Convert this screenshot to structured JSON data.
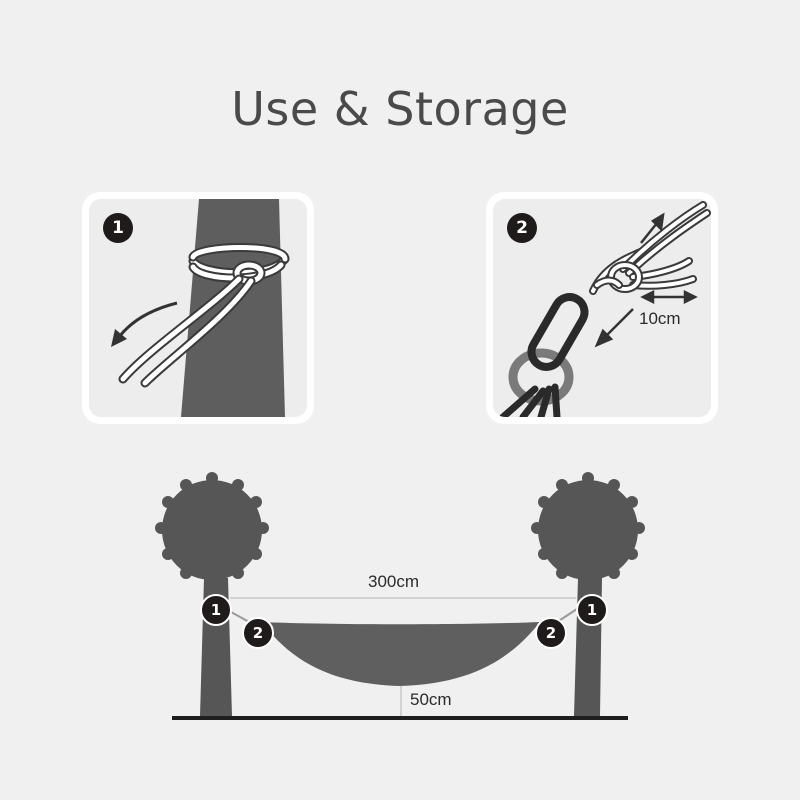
{
  "title": "Use & Storage",
  "steps": [
    {
      "number": "1"
    },
    {
      "number": "2"
    }
  ],
  "panel2_measure": "10cm",
  "scene": {
    "span_label": "300cm",
    "sag_label": "50cm",
    "left_badges": [
      "1",
      "2"
    ],
    "right_badges": [
      "1",
      "2"
    ]
  },
  "colors": {
    "background": "#f0f0f0",
    "tree": "#575757",
    "hammock": "#5f5f5f",
    "badge": "#1f1b1b"
  },
  "icons": [
    "tree-trunk-icon",
    "rope-knot-icon",
    "carabiner-icon",
    "ring-icon",
    "pull-arrow-icon",
    "tree-icon",
    "hammock-icon"
  ]
}
